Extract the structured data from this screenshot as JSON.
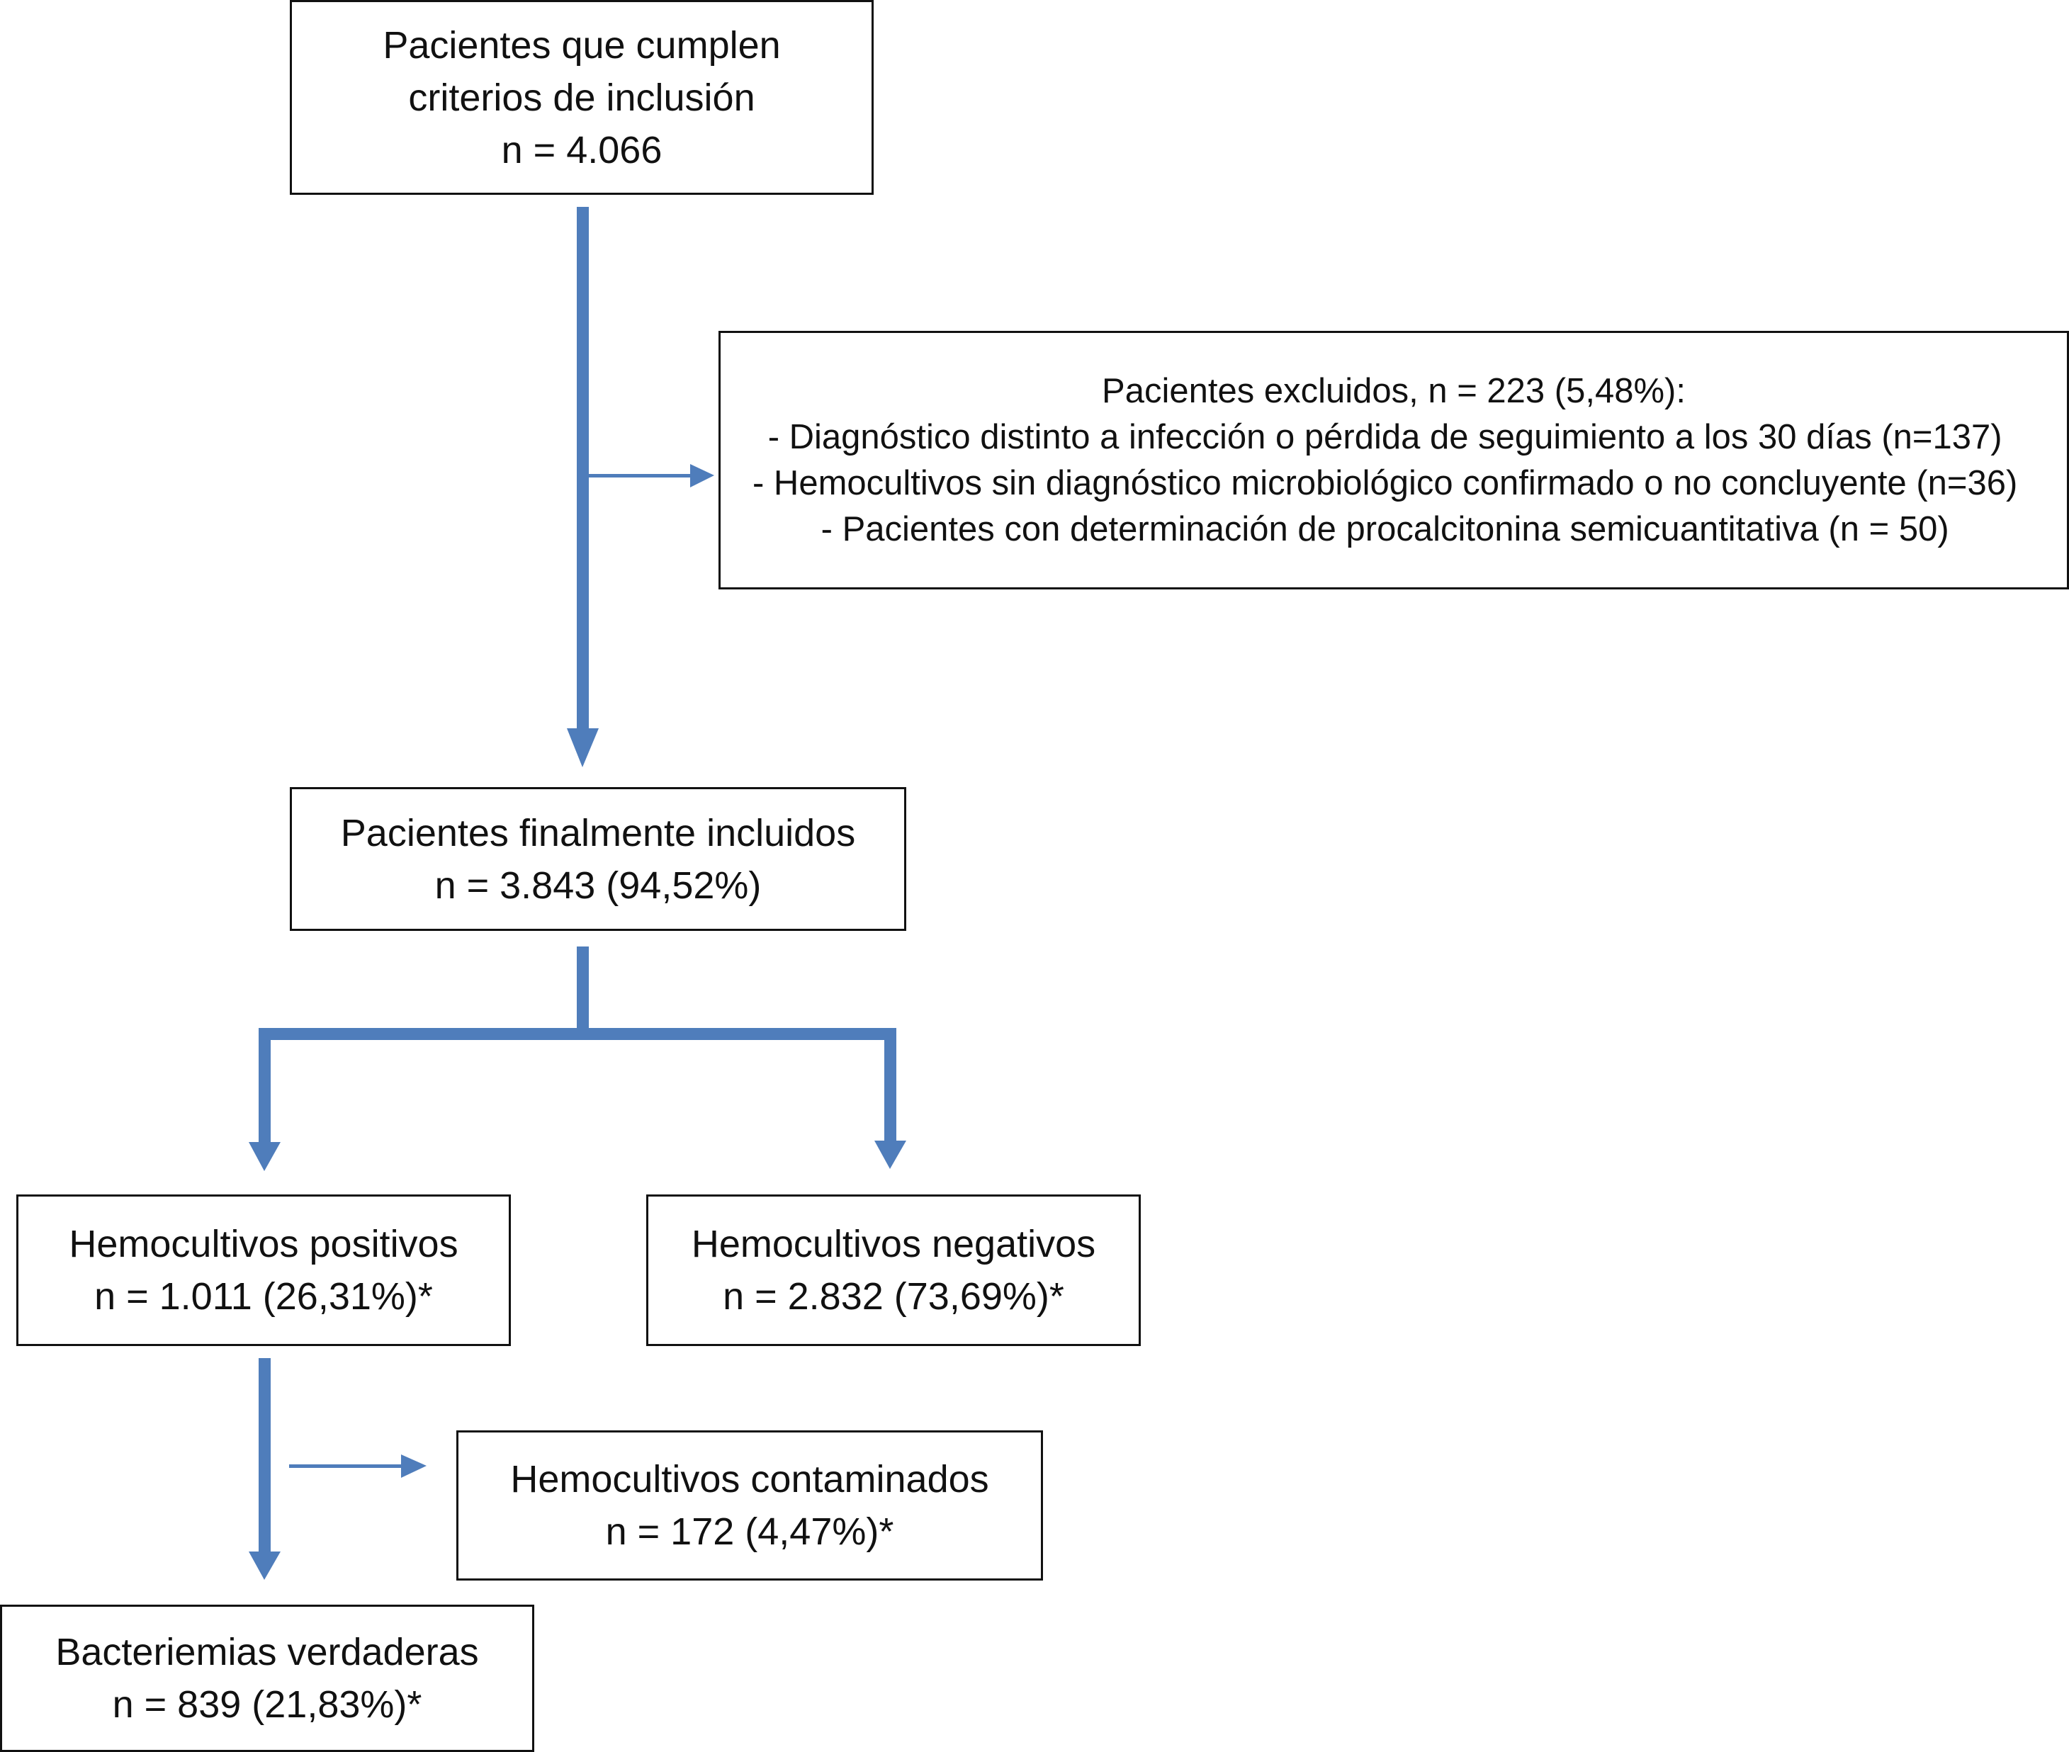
{
  "colors": {
    "arrow": "#4f7dbb",
    "border": "#111111",
    "text": "#111111"
  },
  "boxes": {
    "criteria": {
      "line1": "Pacientes que cumplen",
      "line2": "criterios de inclusión",
      "line3": "n = 4.066"
    },
    "excluded": {
      "title": "Pacientes excluidos, n = 223 (5,48%):",
      "items": [
        "- Diagnóstico distinto a infección o pérdida de seguimiento a los 30 días (n=137)",
        "- Hemocultivos sin diagnóstico microbiológico confirmado o no concluyente (n=36)",
        "- Pacientes con determinación de procalcitonina semicuantitativa (n = 50)"
      ]
    },
    "included": {
      "line1": "Pacientes finalmente incluidos",
      "line2": "n = 3.843 (94,52%)"
    },
    "positive": {
      "line1": "Hemocultivos positivos",
      "line2": "n = 1.011 (26,31%)*"
    },
    "negative": {
      "line1": "Hemocultivos negativos",
      "line2": "n = 2.832 (73,69%)*"
    },
    "contaminated": {
      "line1": "Hemocultivos contaminados",
      "line2": "n = 172 (4,47%)*"
    },
    "bacteremia": {
      "line1": "Bacteriemias verdaderas",
      "line2": "n = 839 (21,83%)*"
    }
  }
}
